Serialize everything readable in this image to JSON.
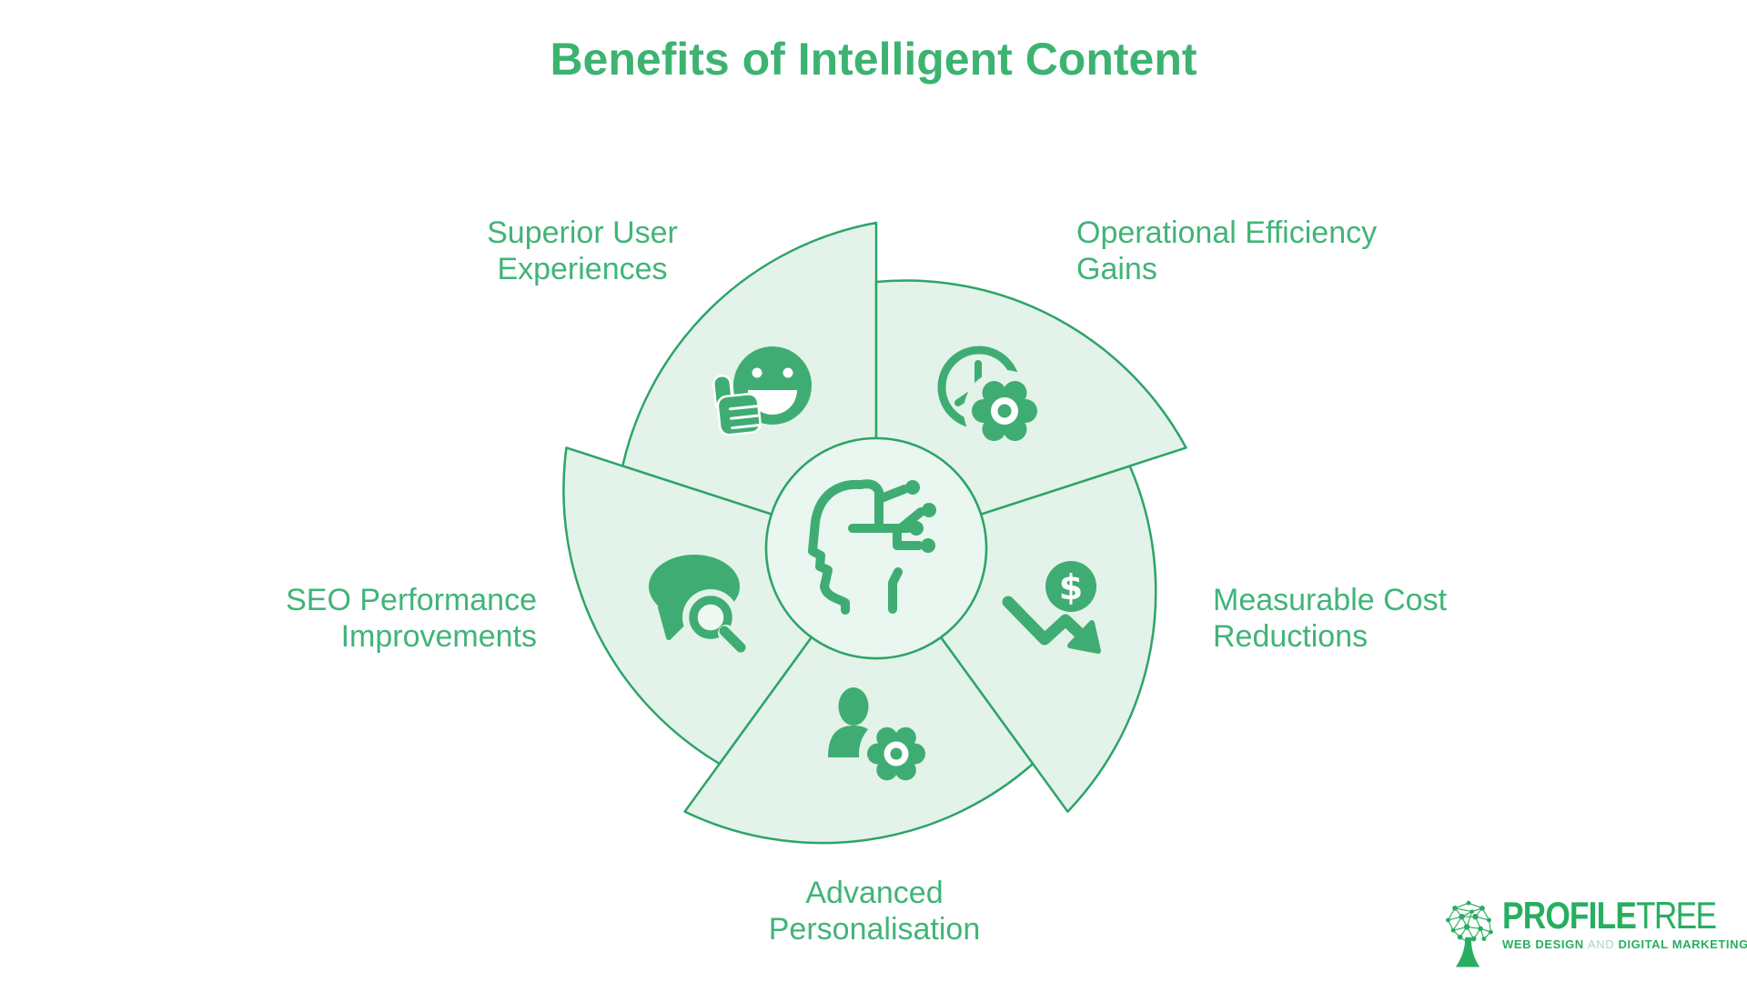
{
  "title": "Benefits of Intelligent Content",
  "colors": {
    "title_green": "#3cb371",
    "label_green": "#41b478",
    "segment_fill": "#e3f3e9",
    "segment_stroke": "#2da468",
    "icon_green": "#3fad73",
    "center_fill": "#e9f7f0",
    "logo_green": "#27ae60"
  },
  "diagram": {
    "center_icon": "ai-head-circuit",
    "segments": [
      {
        "id": "superior-user-experiences",
        "label_line1": "Superior User",
        "label_line2": "Experiences",
        "icon": "thumbs-up-smiley"
      },
      {
        "id": "operational-efficiency-gains",
        "label_line1": "Operational Efficiency",
        "label_line2": "Gains",
        "icon": "clock-gear"
      },
      {
        "id": "measurable-cost-reductions",
        "label_line1": "Measurable Cost",
        "label_line2": "Reductions",
        "icon": "dollar-decline-arrow"
      },
      {
        "id": "advanced-personalisation",
        "label_line1": "Advanced",
        "label_line2": "Personalisation",
        "icon": "person-gear"
      },
      {
        "id": "seo-performance-improvements",
        "label_line1": "SEO Performance",
        "label_line2": "Improvements",
        "icon": "chat-search"
      }
    ]
  },
  "icons": {
    "dollar_glyph": "$"
  },
  "logo": {
    "name_part1": "PROFILE",
    "name_part2": "TREE",
    "tagline_part1": "WEB DESIGN",
    "tagline_and": "AND",
    "tagline_part2": "DIGITAL MARKETING",
    "icon": "network-tree"
  }
}
